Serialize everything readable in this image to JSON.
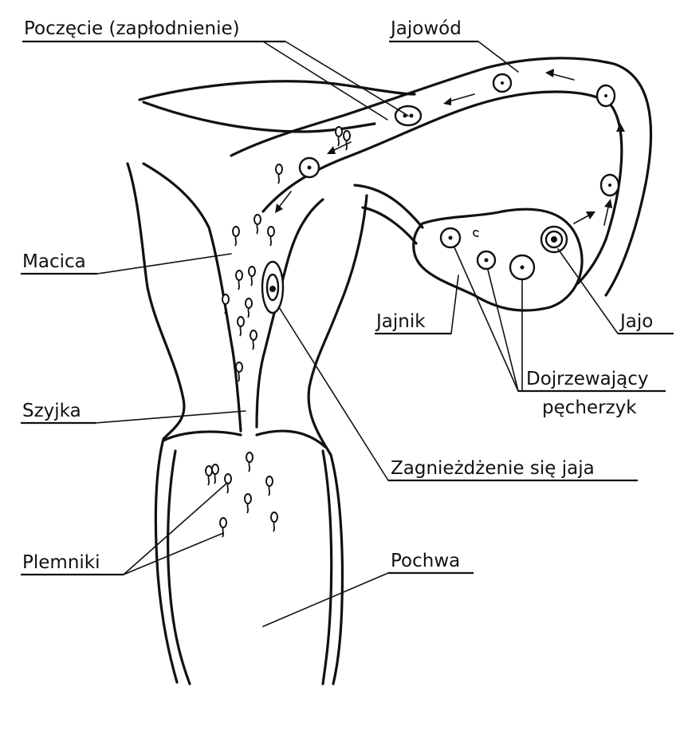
{
  "labels": {
    "conception": "Poczęcie (zapłodnienie)",
    "fallopian_tube": "Jajowód",
    "uterus": "Macica",
    "ovary": "Jajnik",
    "egg": "Jajo",
    "follicle_line1": "Dojrzewający",
    "follicle_line2": "pęcherzyk",
    "cervix": "Szyjka",
    "implantation": "Zagnieżdżenie się jaja",
    "sperm": "Plemniki",
    "vagina": "Pochwa"
  }
}
